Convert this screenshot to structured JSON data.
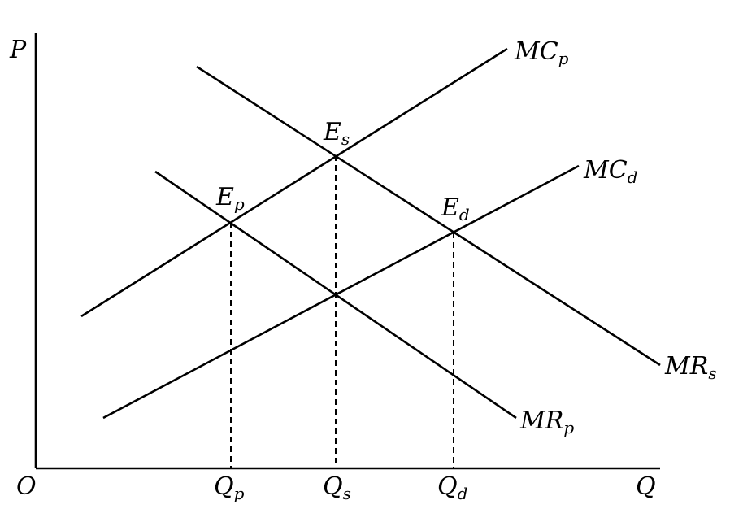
{
  "diagram": {
    "axes": {
      "y_label": "P",
      "x_label": "Q",
      "origin_label": "O"
    },
    "curves": [
      {
        "id": "mc-p",
        "label": "MC",
        "subscript": "p"
      },
      {
        "id": "mc-d",
        "label": "MC",
        "subscript": "d"
      },
      {
        "id": "mr-s",
        "label": "MR",
        "subscript": "s"
      },
      {
        "id": "mr-p",
        "label": "MR",
        "subscript": "p"
      }
    ],
    "equilibria": [
      {
        "id": "e-s",
        "label": "E",
        "subscript": "s"
      },
      {
        "id": "e-p",
        "label": "E",
        "subscript": "p"
      },
      {
        "id": "e-d",
        "label": "E",
        "subscript": "d"
      }
    ],
    "quantities": [
      {
        "id": "q-p",
        "label": "Q",
        "subscript": "p"
      },
      {
        "id": "q-s",
        "label": "Q",
        "subscript": "s"
      },
      {
        "id": "q-d",
        "label": "Q",
        "subscript": "d"
      }
    ]
  }
}
